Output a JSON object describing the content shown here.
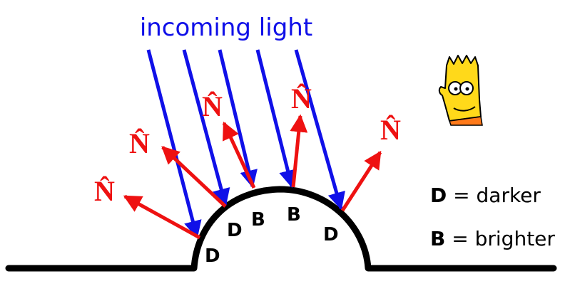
{
  "diagram": {
    "title": "incoming light",
    "normal_label": "N̂",
    "surface_labels": [
      "D",
      "D",
      "B",
      "B",
      "D"
    ],
    "legend": [
      {
        "key": "D",
        "sep": " = ",
        "text": "darker"
      },
      {
        "key": "B",
        "sep": " = ",
        "text": "brighter"
      }
    ],
    "colors": {
      "light": "#1010e8",
      "normal": "#ee1111",
      "surface": "#000000",
      "title": "#1010e8"
    },
    "icons": [
      "bart-simpson-icon"
    ]
  }
}
